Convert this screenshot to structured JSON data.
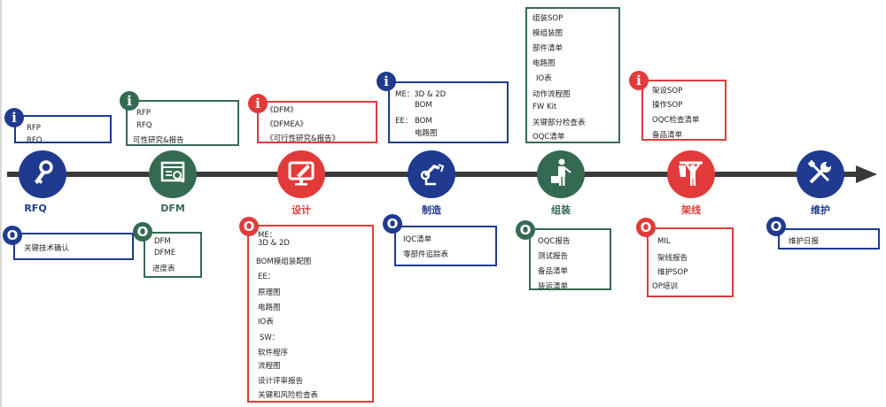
{
  "colors": {
    "blue": "#1f3a8f",
    "green": "#356a52",
    "red": "#e23a3a",
    "line": "#3a3a3a"
  },
  "badges": {
    "input": "i",
    "output": "O"
  },
  "stages": [
    {
      "id": "rfq",
      "label": "RFQ",
      "color": "blue",
      "icon": "key-icon",
      "inputs": [
        "RFP",
        "RFQ"
      ],
      "outputs": [
        "关键技术确认"
      ]
    },
    {
      "id": "dfm",
      "label": "DFM",
      "color": "green",
      "icon": "browser-search-icon",
      "inputs": [
        "RFP",
        "RFQ",
        "可性研究&报告"
      ],
      "outputs": [
        "DFM",
        "DFME",
        "进度表"
      ]
    },
    {
      "id": "design",
      "label": "设计",
      "color": "red",
      "icon": "monitor-pen-icon",
      "inputs": [
        "《DFM》",
        "《DFMEA》",
        "《可行性研究&报告》"
      ],
      "outputs": [
        "ME：",
        "3D & 2D",
        "BOM模组装配图",
        "EE：",
        "原理图",
        "电路图",
        "IO表",
        "SW：",
        "软件程序",
        "流程图",
        "设计评审报告",
        "关键和风险检查表"
      ]
    },
    {
      "id": "manufacture",
      "label": "制造",
      "color": "blue",
      "icon": "robot-arm-icon",
      "inputs": [
        "ME：3D & 2D",
        "BOM",
        "EE：  BOM",
        "电路图"
      ],
      "outputs": [
        "IQC清单",
        "零部件追踪表"
      ]
    },
    {
      "id": "assembly",
      "label": "组装",
      "color": "green",
      "icon": "worker-toolbox-icon",
      "inputs": [
        "组装SOP",
        "模组装图",
        "部件清单",
        "电路图",
        "IO表",
        "动作流程图",
        "FW Kit",
        "关键部分检查表",
        "OQC清单"
      ],
      "outputs": [
        "OQC报告",
        "测试报告",
        "备品清单",
        "装运清单"
      ]
    },
    {
      "id": "install",
      "label": "架线",
      "color": "red",
      "icon": "person-lifting-icon",
      "inputs": [
        "架设SOP",
        "操作SOP",
        "OQC检查清单",
        "备品清单"
      ],
      "outputs": [
        "MIL",
        "架线报告",
        "维护SOP",
        "OP培训"
      ]
    },
    {
      "id": "maintain",
      "label": "维护",
      "color": "blue",
      "icon": "wrench-screwdriver-icon",
      "inputs": [],
      "outputs": [
        "维护日报"
      ]
    }
  ]
}
